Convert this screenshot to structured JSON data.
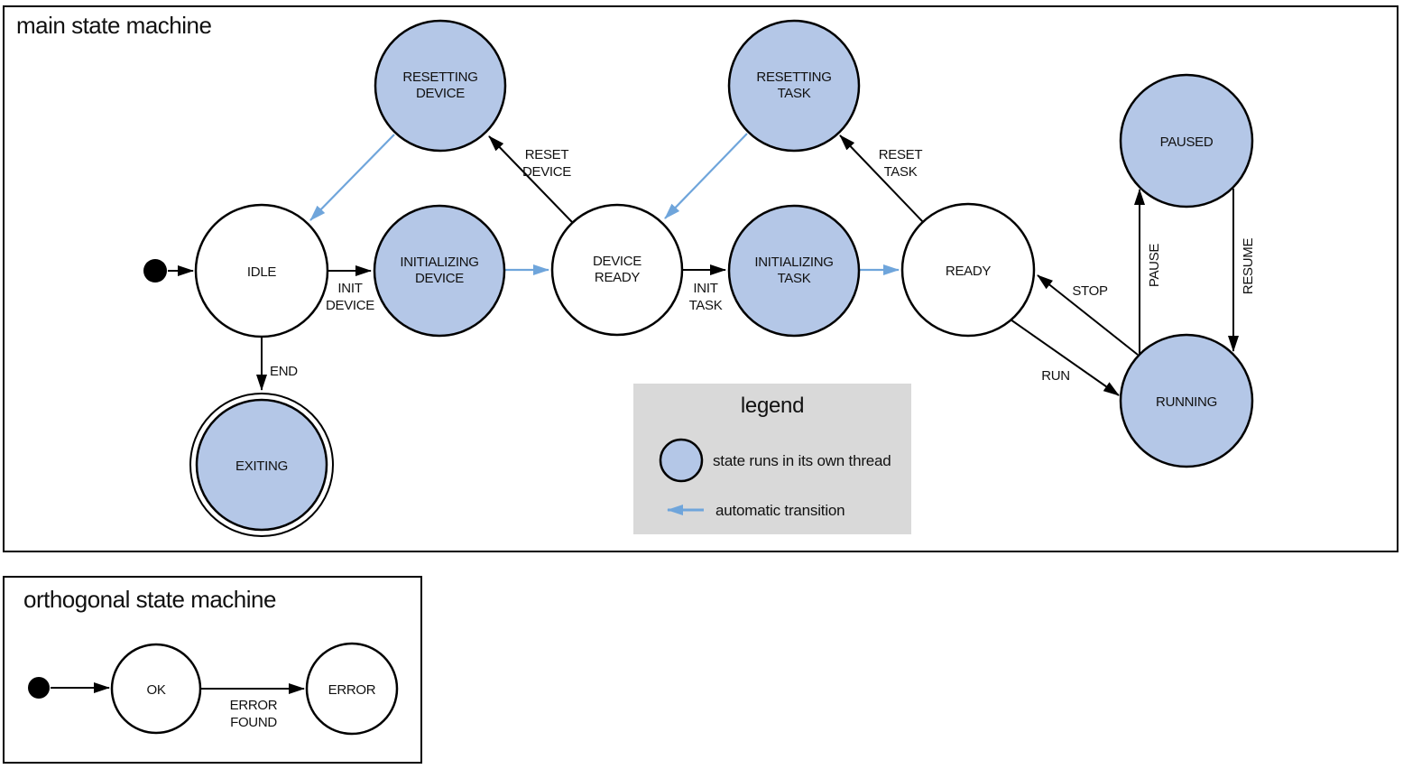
{
  "main": {
    "title": "main state machine",
    "states": {
      "idle": {
        "label": "IDLE"
      },
      "resetting_device": {
        "line1": "RESETTING",
        "line2": "DEVICE"
      },
      "initializing_device": {
        "line1": "INITIALIZING",
        "line2": "DEVICE"
      },
      "device_ready": {
        "line1": "DEVICE",
        "line2": "READY"
      },
      "resetting_task": {
        "line1": "RESETTING",
        "line2": "TASK"
      },
      "initializing_task": {
        "line1": "INITIALIZING",
        "line2": "TASK"
      },
      "ready": {
        "label": "READY"
      },
      "paused": {
        "label": "PAUSED"
      },
      "running": {
        "label": "RUNNING"
      },
      "exiting": {
        "label": "EXITING"
      }
    },
    "transitions": {
      "init_device": {
        "line1": "INIT",
        "line2": "DEVICE"
      },
      "reset_device": {
        "line1": "RESET",
        "line2": "DEVICE"
      },
      "init_task": {
        "line1": "INIT",
        "line2": "TASK"
      },
      "reset_task": {
        "line1": "RESET",
        "line2": "TASK"
      },
      "end": {
        "label": "END"
      },
      "run": {
        "label": "RUN"
      },
      "stop": {
        "label": "STOP"
      },
      "pause": {
        "label": "PAUSE"
      },
      "resume": {
        "label": "RESUME"
      }
    }
  },
  "legend": {
    "title": "legend",
    "items": {
      "thread": {
        "label": "state runs in its own thread"
      },
      "auto": {
        "label": "automatic transition"
      }
    }
  },
  "orthogonal": {
    "title": "orthogonal state machine",
    "states": {
      "ok": {
        "label": "OK"
      },
      "error": {
        "label": "ERROR"
      }
    },
    "transitions": {
      "error_found": {
        "line1": "ERROR",
        "line2": "FOUND"
      }
    }
  },
  "colors": {
    "threaded_state_fill": "#b4c7e7",
    "automatic_transition_arrow": "#6fa5db",
    "legend_background": "#d9d9d9",
    "outline": "#000000"
  }
}
